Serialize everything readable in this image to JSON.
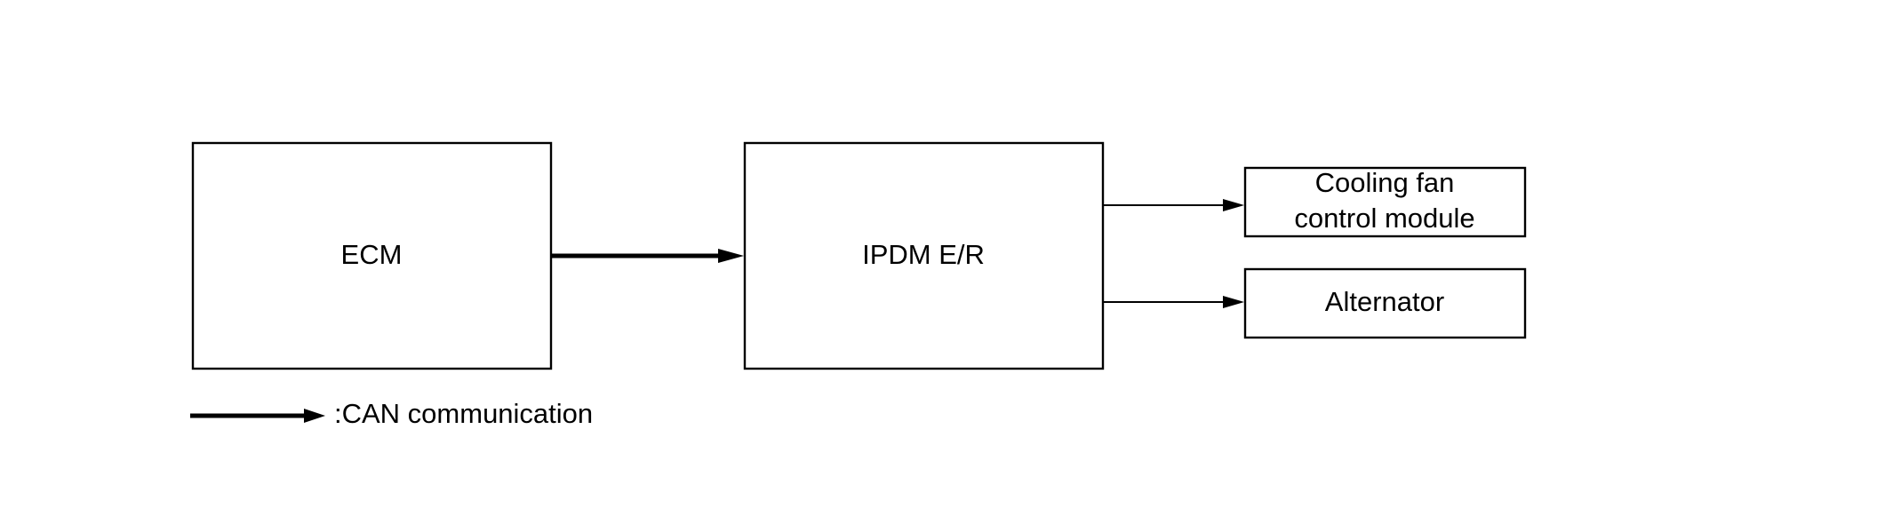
{
  "nodes": {
    "ecm": {
      "label": "ECM"
    },
    "ipdm": {
      "label": "IPDM E/R"
    },
    "cooling_fan": {
      "label_line1": "Cooling fan",
      "label_line2": "control module"
    },
    "alternator": {
      "label": "Alternator"
    }
  },
  "edges": [
    {
      "from": "ecm",
      "to": "ipdm",
      "style": "thick",
      "meaning": "CAN communication"
    },
    {
      "from": "ipdm",
      "to": "cooling_fan",
      "style": "thin"
    },
    {
      "from": "ipdm",
      "to": "alternator",
      "style": "thin"
    }
  ],
  "legend": {
    "can_label": ":CAN communication"
  }
}
